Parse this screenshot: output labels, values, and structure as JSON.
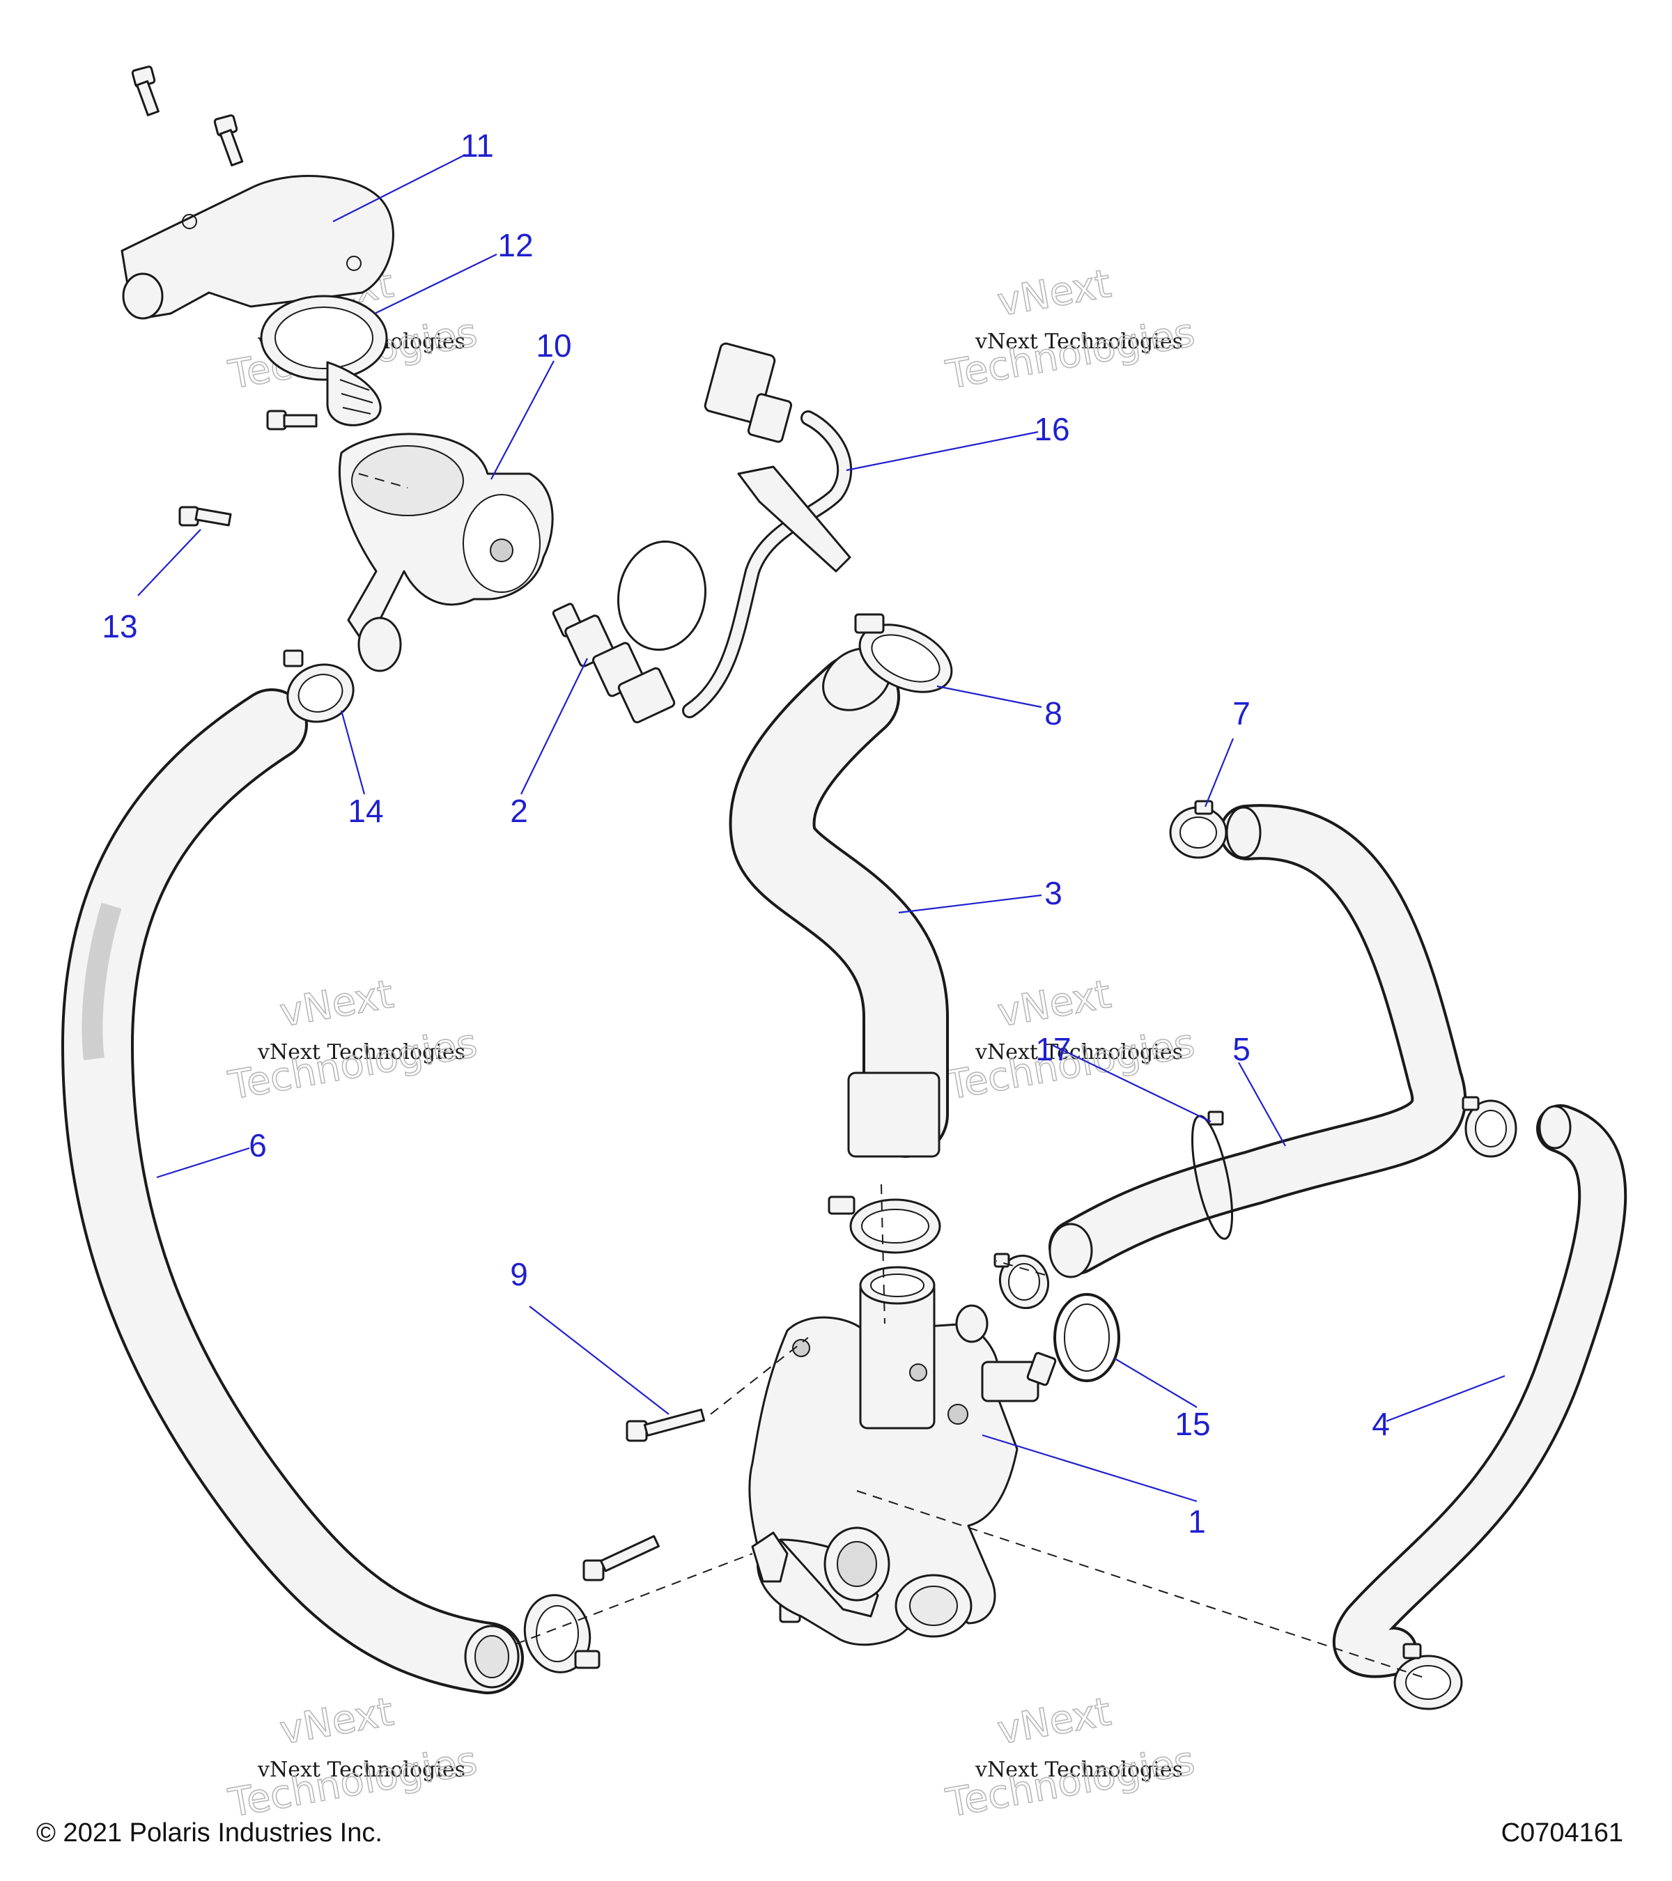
{
  "callouts": [
    {
      "id": "1",
      "label": "1"
    },
    {
      "id": "2",
      "label": "2"
    },
    {
      "id": "3",
      "label": "3"
    },
    {
      "id": "4",
      "label": "4"
    },
    {
      "id": "5",
      "label": "5"
    },
    {
      "id": "6",
      "label": "6"
    },
    {
      "id": "7",
      "label": "7"
    },
    {
      "id": "8",
      "label": "8"
    },
    {
      "id": "9",
      "label": "9"
    },
    {
      "id": "10",
      "label": "10"
    },
    {
      "id": "11",
      "label": "11"
    },
    {
      "id": "12",
      "label": "12"
    },
    {
      "id": "13",
      "label": "13"
    },
    {
      "id": "14",
      "label": "14"
    },
    {
      "id": "15",
      "label": "15"
    },
    {
      "id": "16",
      "label": "16"
    },
    {
      "id": "17",
      "label": "17"
    }
  ],
  "watermark": {
    "line1": "vNext",
    "line2": "vNext Technologies",
    "line3": "Technologies"
  },
  "footer": {
    "copyright": "© 2021 Polaris Industries Inc.",
    "drawing_id": "C0704161"
  },
  "colors": {
    "callout": "#1f1fd0",
    "line": "#1a1a1a",
    "part_fill": "#f4f4f4"
  }
}
